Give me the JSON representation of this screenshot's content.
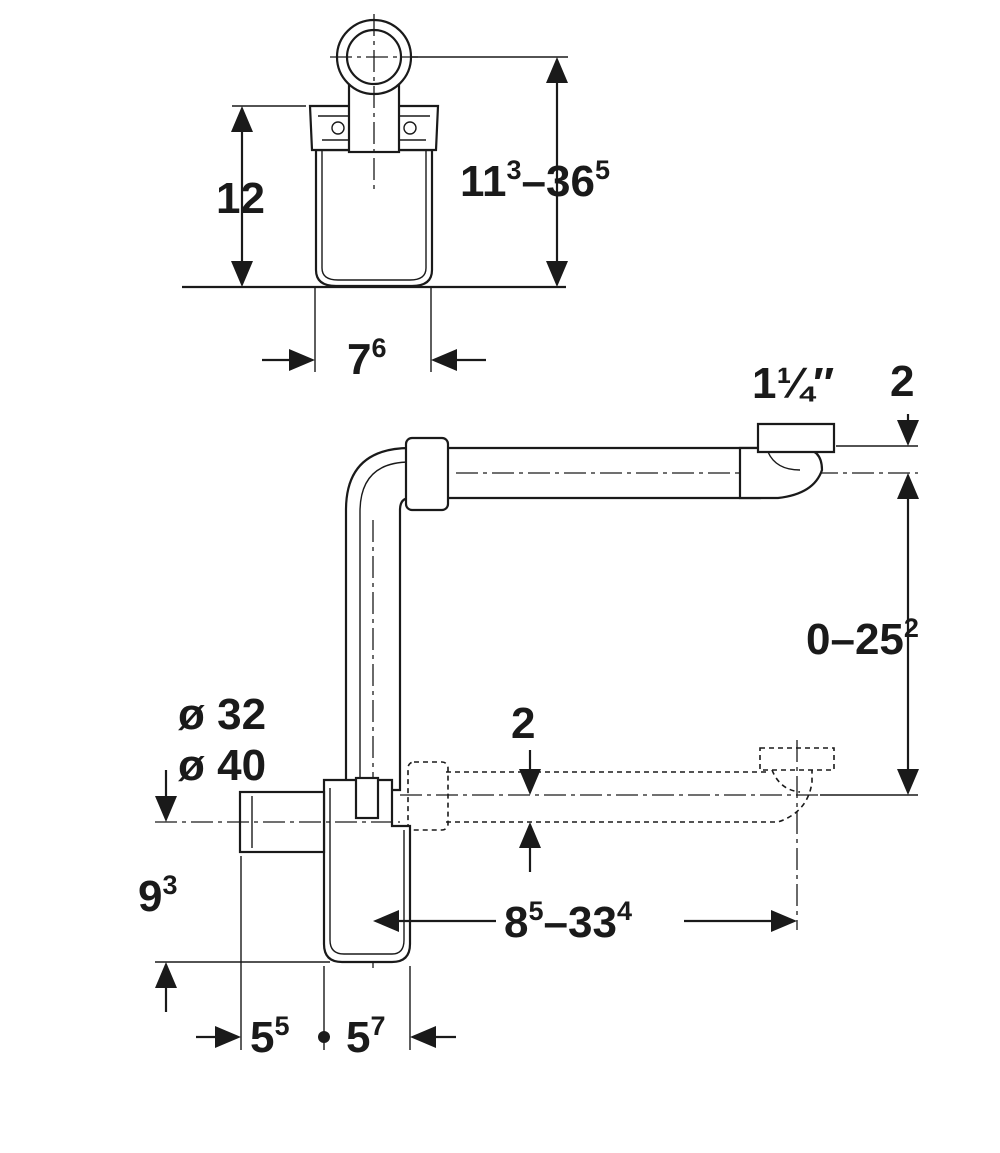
{
  "dimensions": {
    "top_height": {
      "main": "12",
      "sup": ""
    },
    "top_range_a": {
      "main": "11",
      "sup": "3"
    },
    "top_range_sep": {
      "main": "–",
      "sup": ""
    },
    "top_range_b": {
      "main": "36",
      "sup": "5"
    },
    "top_width": {
      "main": "7",
      "sup": "6"
    },
    "inlet_size": {
      "main": "1¼″",
      "sup": ""
    },
    "inlet_offset": {
      "main": "2",
      "sup": ""
    },
    "vertical_range_a": {
      "main": "0–25",
      "sup": "2"
    },
    "diameter_a": {
      "main": "ø 32",
      "sup": ""
    },
    "diameter_b": {
      "main": "ø 40",
      "sup": ""
    },
    "lower_offset": {
      "main": "2",
      "sup": ""
    },
    "outlet_height": {
      "main": "9",
      "sup": "3"
    },
    "horizontal_a": {
      "main": "8",
      "sup": "5"
    },
    "horizontal_sep": {
      "main": "–",
      "sup": ""
    },
    "horizontal_b": {
      "main": "33",
      "sup": "4"
    },
    "bottom_left": {
      "main": "5",
      "sup": "5"
    },
    "bottom_right": {
      "main": "5",
      "sup": "7"
    }
  }
}
